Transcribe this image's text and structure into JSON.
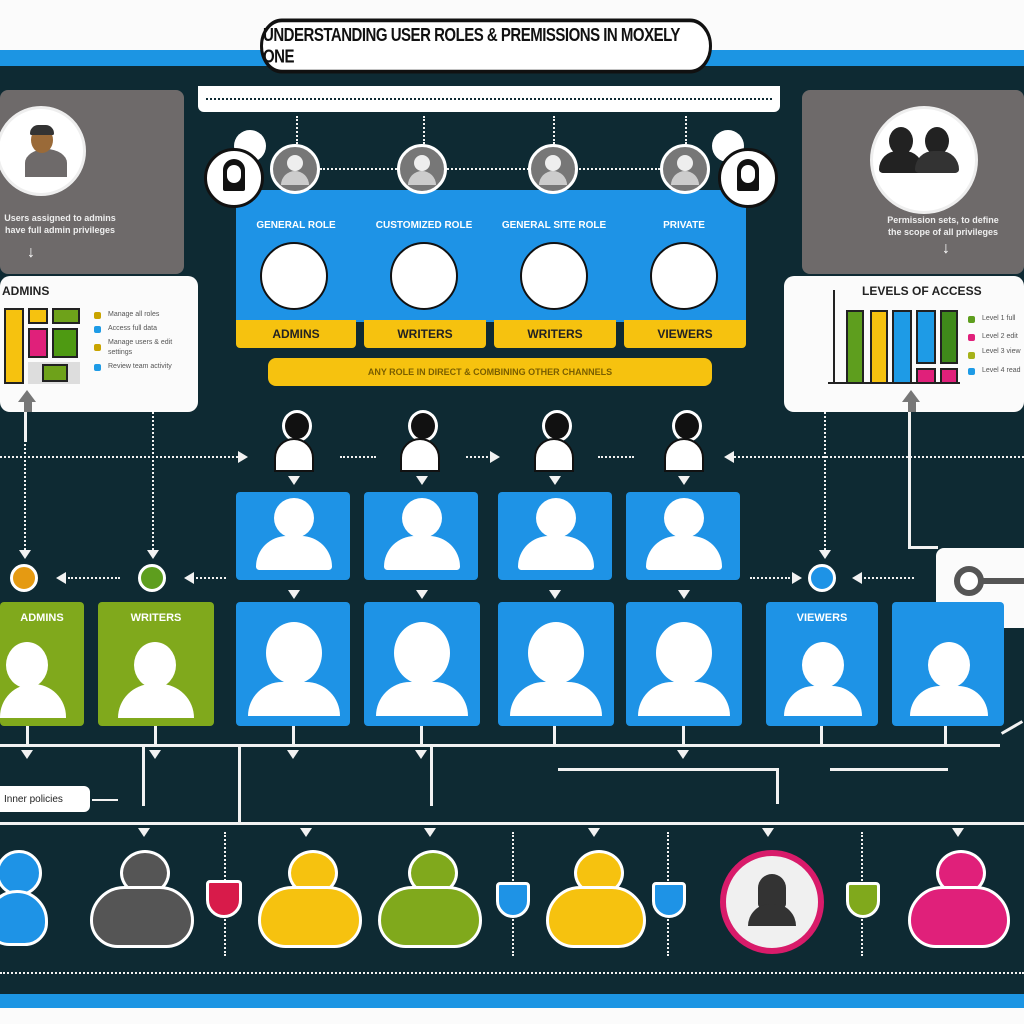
{
  "title": "UNDERSTANDING USER ROLES & PREMISSIONS IN MOXELY ONE",
  "colors": {
    "background": "#0e2a33",
    "accent_blue": "#1e93e6",
    "accent_yellow": "#f6c20f",
    "accent_green": "#80a91c",
    "accent_pink": "#e0207a",
    "card_grey": "#6e6a6a"
  },
  "left_card": {
    "icon": "user-avatar-icon",
    "caption_line1": "Users assigned to admins",
    "caption_line2": "have full admin privileges"
  },
  "right_card": {
    "icon": "user-group-icon",
    "caption_line1": "Permission sets, to define",
    "caption_line2": "the scope of all privileges"
  },
  "left_legend_card": {
    "title": "ADMINS",
    "legend": [
      {
        "label": "Manage all roles",
        "color": "#c9a400"
      },
      {
        "label": "Access full data",
        "color": "#1e9be6"
      },
      {
        "label": "Manage users & edit settings",
        "color": "#c9a400"
      },
      {
        "label": "Review team activity",
        "color": "#1e9be6"
      }
    ]
  },
  "right_legend_card": {
    "title": "LEVELS OF ACCESS",
    "legend": [
      {
        "label": "Level 1 full",
        "color": "#5e9e1e"
      },
      {
        "label": "Level 2 edit",
        "color": "#e0207a"
      },
      {
        "label": "Level 3 view",
        "color": "#a6b21a"
      },
      {
        "label": "Level 4 read",
        "color": "#1e9be6"
      }
    ]
  },
  "role_panel": {
    "headers": [
      "GENERAL ROLE",
      "CUSTOMIZED ROLE",
      "GENERAL SITE ROLE",
      "PRIVATE"
    ],
    "tabs": [
      "ADMINS",
      "WRITERS",
      "WRITERS",
      "VIEWERS"
    ],
    "banner": "ANY ROLE IN DIRECT & COMBINING OTHER CHANNELS"
  },
  "group_boxes": [
    {
      "label": "ADMINS",
      "color": "green"
    },
    {
      "label": "WRITERS",
      "color": "green"
    },
    {
      "label": "",
      "color": "blue"
    },
    {
      "label": "",
      "color": "blue"
    },
    {
      "label": "",
      "color": "blue"
    },
    {
      "label": "",
      "color": "blue"
    },
    {
      "label": "VIEWERS",
      "color": "blue"
    },
    {
      "label": "",
      "color": "blue"
    }
  ],
  "callout": "Inner policies",
  "bottom_people": [
    {
      "color": "blue"
    },
    {
      "color": "grey"
    },
    {
      "color": "yellow"
    },
    {
      "color": "green"
    },
    {
      "color": "yellow"
    },
    {
      "color": "pink-badge"
    },
    {
      "color": "pink"
    }
  ],
  "shields": [
    "red-shield-icon",
    "blue-shield-icon",
    "blue-shield-icon",
    "green-shield-icon"
  ],
  "key_icon": "key-icon"
}
